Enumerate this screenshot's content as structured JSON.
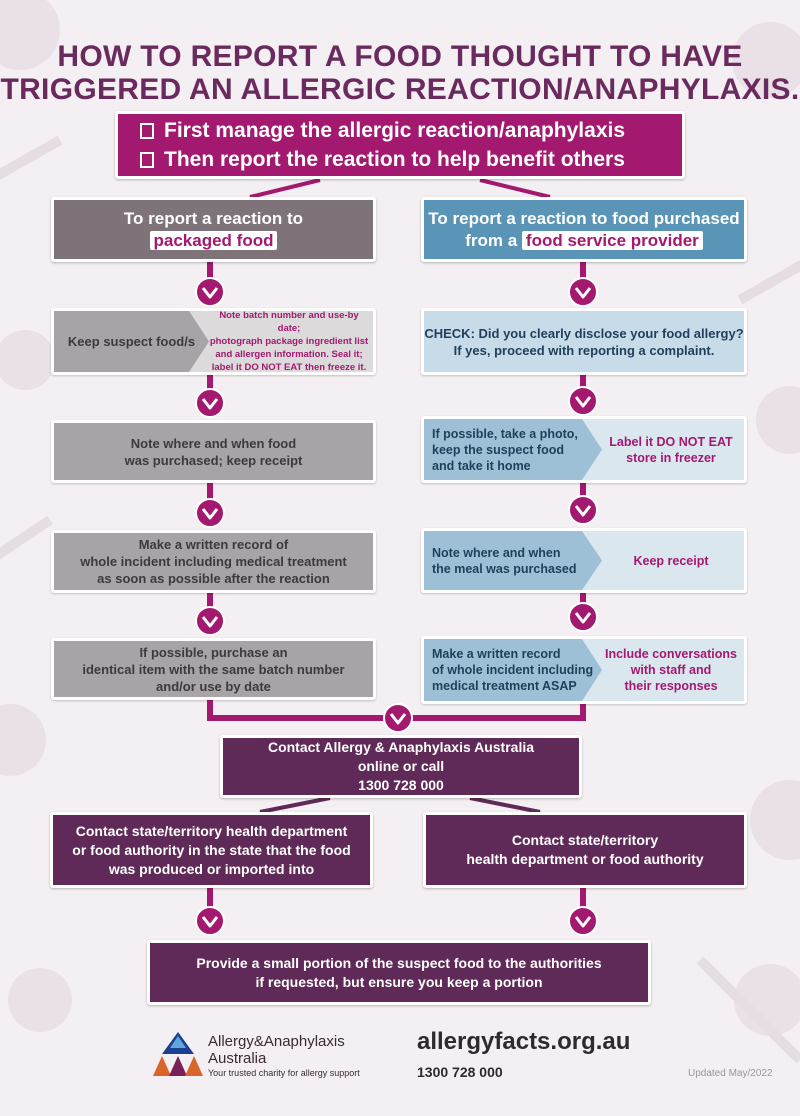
{
  "title": {
    "line1": "HOW TO  REPORT A FOOD THOUGHT TO HAVE",
    "line2": "TRIGGERED AN ALLERGIC REACTION/ANAPHYLAXIS."
  },
  "intro": {
    "line1": "First manage the allergic reaction/anaphylaxis",
    "line2": "Then report the reaction to help benefit others"
  },
  "left_column": {
    "heading_line1": "To report a reaction to",
    "heading_highlight": "packaged food",
    "step1_label": "Keep suspect food/s",
    "step1_detail_l1": "Note batch number and use-by date;",
    "step1_detail_l2": "photograph package ingredient list",
    "step1_detail_l3": "and allergen information. Seal it;",
    "step1_detail_l4": "label it  DO NOT EAT then freeze it.",
    "step2_l1": "Note where and when food",
    "step2_l2": "was purchased; keep receipt",
    "step3_l1": "Make a written record of",
    "step3_l2": "whole incident including medical treatment",
    "step3_l3": "as soon as possible after the reaction",
    "step4_l1": "If possible, purchase an",
    "step4_l2": "identical item with the same batch number",
    "step4_l3": "and/or use by date"
  },
  "right_column": {
    "heading_line1": "To report a reaction to food purchased",
    "heading_prefix": "from a",
    "heading_highlight": "food service provider",
    "step1_bold": "CHECK:",
    "step1_l1": " Did you clearly disclose your food allergy?",
    "step1_l2": "If yes, proceed with reporting a complaint.",
    "step2_left_l1": "If possible, take a photo,",
    "step2_left_l2": "keep the suspect food",
    "step2_left_l3": "and take it home",
    "step2_right_l1": "Label it  DO NOT EAT",
    "step2_right_l2": "store in freezer",
    "step3_left_l1": "Note where and when",
    "step3_left_l2": "the meal was purchased",
    "step3_right": "Keep receipt",
    "step4_left_l1": "Make a written record",
    "step4_left_l2": "of whole incident including",
    "step4_left_l3": "medical treatment ASAP",
    "step4_right_l1": "Include conversations",
    "step4_right_l2": "with staff and",
    "step4_right_l3": "their responses"
  },
  "contact": {
    "l1": "Contact Allergy & Anaphylaxis Australia",
    "l2": "online or call",
    "l3": "1300 728 000"
  },
  "state_left": {
    "l1": "Contact state/territory health department",
    "l2": "or food authority in the state that the food",
    "l3": "was produced or imported into"
  },
  "state_right": {
    "l1": "Contact state/territory",
    "l2": "health department or food authority"
  },
  "final": {
    "l1": "Provide a small portion of the suspect food to the authorities",
    "l2": "if requested, but ensure you keep a portion"
  },
  "footer": {
    "org_l1": "Allergy&Anaphylaxis",
    "org_l2": "Australia",
    "tagline": "Your trusted charity for allergy support",
    "website": "allergyfacts.org.au",
    "phone": "1300 728 000",
    "updated": "Updated May/2022"
  },
  "colors": {
    "magenta": "#a3196f",
    "plum": "#5f2a57",
    "grey": "#a7a3a6",
    "blue": "#5a95b7",
    "title": "#6a2a5e"
  },
  "icons": {
    "check": "checkbox-icon",
    "arrow": "down-arrow-circle-icon",
    "logo": "triangle-logo-icon"
  }
}
